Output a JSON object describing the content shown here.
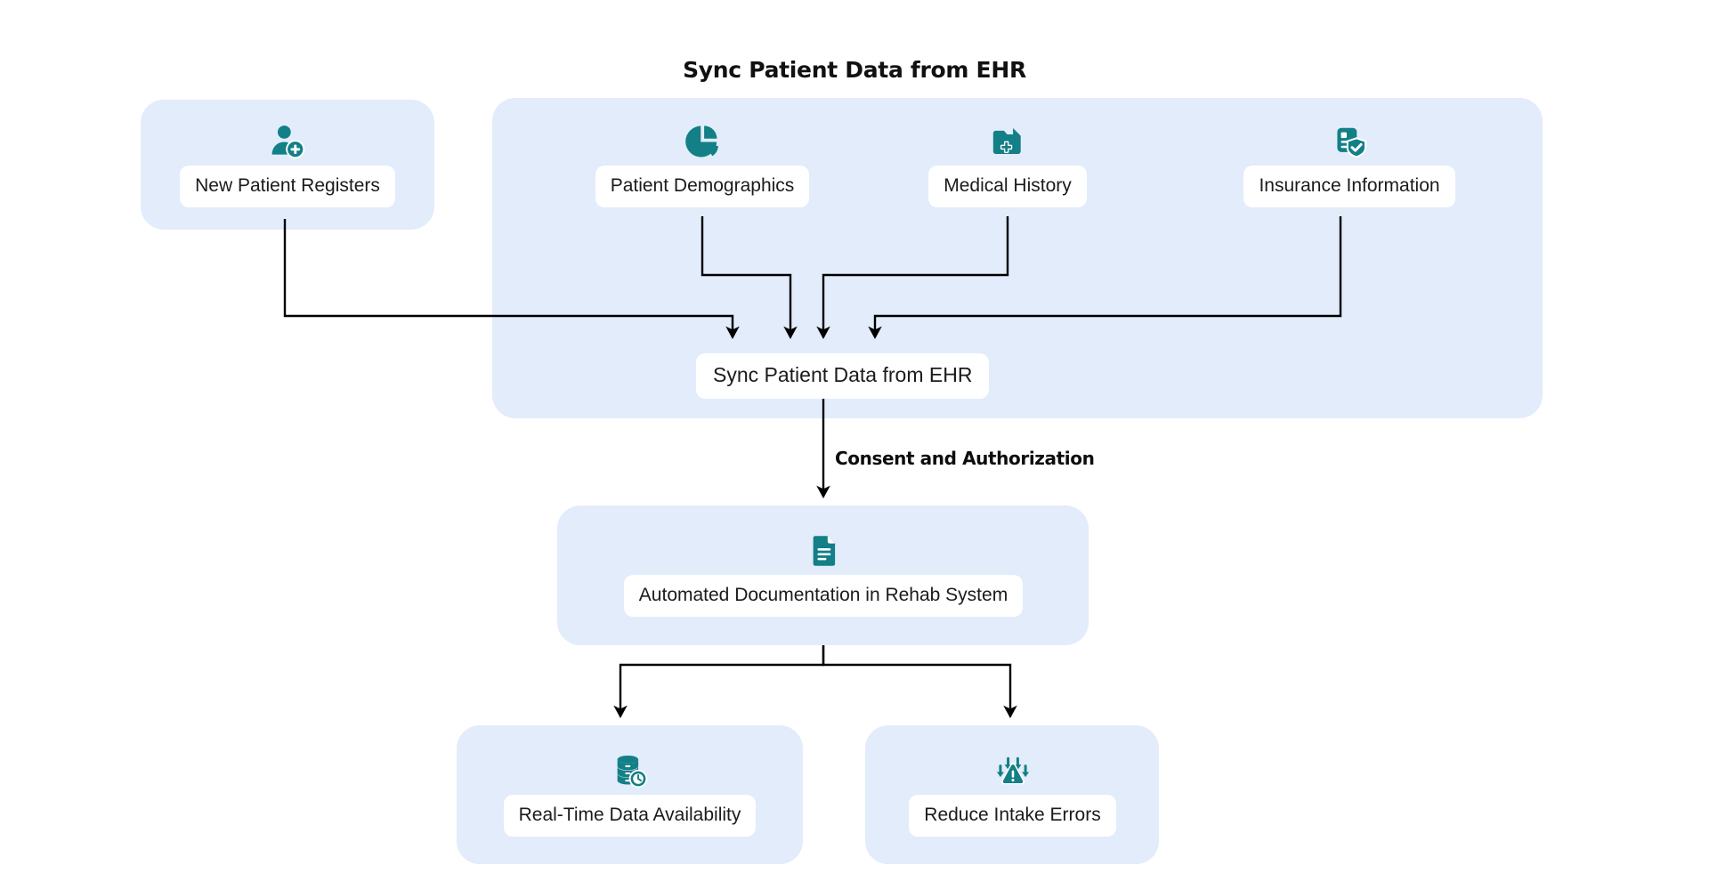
{
  "title": "Sync Patient Data from EHR",
  "theme": {
    "accent_teal": "#137f86",
    "group_bg": "#e2ecfb",
    "label_bg": "#ffffff",
    "edge_color": "#000000",
    "page_bg": "#ffffff",
    "text_color": "#1b1b1b"
  },
  "groups": [
    {
      "name": "patient-registration-group"
    },
    {
      "name": "ehr-data-group"
    },
    {
      "name": "automated-documentation-group"
    },
    {
      "name": "real-time-data-group"
    },
    {
      "name": "reduce-errors-group"
    }
  ],
  "nodes": {
    "new_patient": {
      "label": "New Patient Registers",
      "icon": "user-plus-icon"
    },
    "demographics": {
      "label": "Patient Demographics",
      "icon": "pie-chart-icon"
    },
    "medical_history": {
      "label": "Medical History",
      "icon": "medical-folder-icon"
    },
    "insurance": {
      "label": "Insurance Information",
      "icon": "document-shield-check-icon"
    },
    "sync": {
      "label": "Sync Patient Data from EHR",
      "icon": "none"
    },
    "automated_doc": {
      "label": "Automated Documentation in Rehab System",
      "icon": "document-lines-icon"
    },
    "real_time": {
      "label": "Real-Time Data Availability",
      "icon": "database-clock-icon"
    },
    "reduce_errors": {
      "label": "Reduce Intake Errors",
      "icon": "warning-arrows-down-icon"
    }
  },
  "edges": [
    {
      "from": "new_patient",
      "to": "sync",
      "label": ""
    },
    {
      "from": "demographics",
      "to": "sync",
      "label": ""
    },
    {
      "from": "medical_history",
      "to": "sync",
      "label": ""
    },
    {
      "from": "insurance",
      "to": "sync",
      "label": ""
    },
    {
      "from": "sync",
      "to": "automated_doc",
      "label": "Consent and Authorization"
    },
    {
      "from": "automated_doc",
      "to": "real_time",
      "label": ""
    },
    {
      "from": "automated_doc",
      "to": "reduce_errors",
      "label": ""
    }
  ],
  "edge_labels": {
    "consent": "Consent and Authorization"
  }
}
